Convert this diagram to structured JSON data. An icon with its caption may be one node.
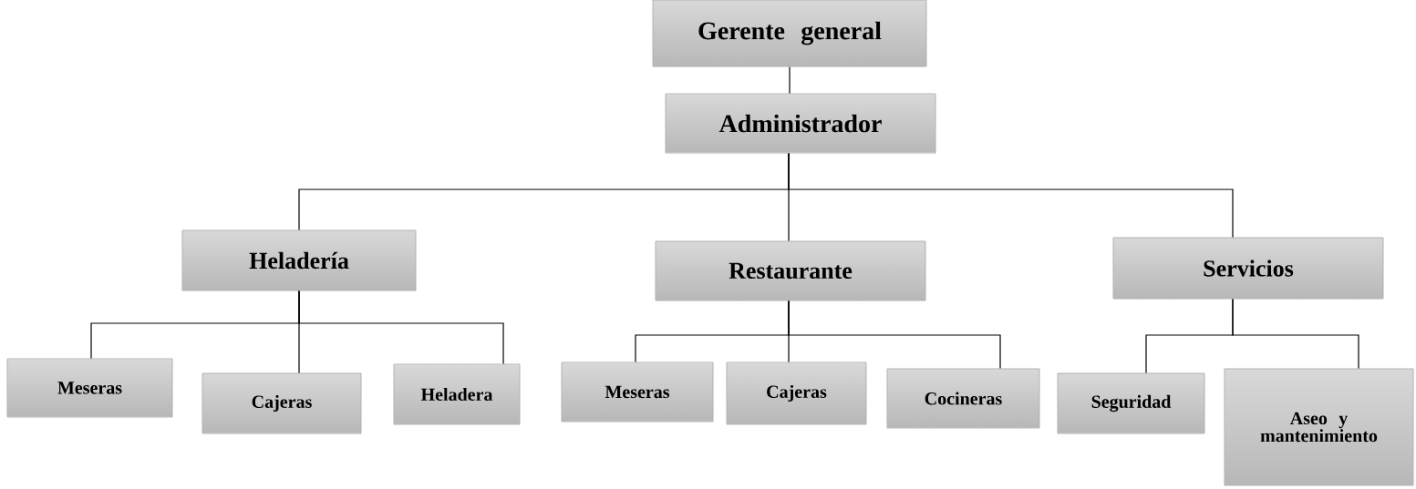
{
  "diagram": {
    "nodes": [
      {
        "text": [
          "Gerente general"
        ]
      },
      {
        "text": [
          "Administrador"
        ]
      },
      {
        "text": [
          "Heladería"
        ]
      },
      {
        "text": [
          "Restaurante"
        ]
      },
      {
        "text": [
          "Servicios"
        ]
      },
      {
        "text": [
          "Meseras"
        ]
      },
      {
        "text": [
          "Cajeras"
        ]
      },
      {
        "text": [
          "Heladera"
        ]
      },
      {
        "text": [
          "Meseras"
        ]
      },
      {
        "text": [
          "Cajeras"
        ]
      },
      {
        "text": [
          "Cocineras"
        ]
      },
      {
        "text": [
          "Seguridad"
        ]
      },
      {
        "text": [
          "Aseo y mantenimiento"
        ]
      }
    ],
    "edges": [
      {
        "from": 0,
        "to": 1,
        "arrow": "none"
      },
      {
        "from": 1,
        "to": 2,
        "arrow": "none"
      },
      {
        "from": 1,
        "to": 3,
        "arrow": "none"
      },
      {
        "from": 1,
        "to": 4,
        "arrow": "none"
      },
      {
        "from": 2,
        "to": 5,
        "arrow": "none"
      },
      {
        "from": 2,
        "to": 6,
        "arrow": "none"
      },
      {
        "from": 2,
        "to": 7,
        "arrow": "none"
      },
      {
        "from": 3,
        "to": 8,
        "arrow": "none"
      },
      {
        "from": 3,
        "to": 9,
        "arrow": "none"
      },
      {
        "from": 3,
        "to": 10,
        "arrow": "none"
      },
      {
        "from": 4,
        "to": 11,
        "arrow": "none"
      },
      {
        "from": 4,
        "to": 12,
        "arrow": "none"
      }
    ]
  }
}
